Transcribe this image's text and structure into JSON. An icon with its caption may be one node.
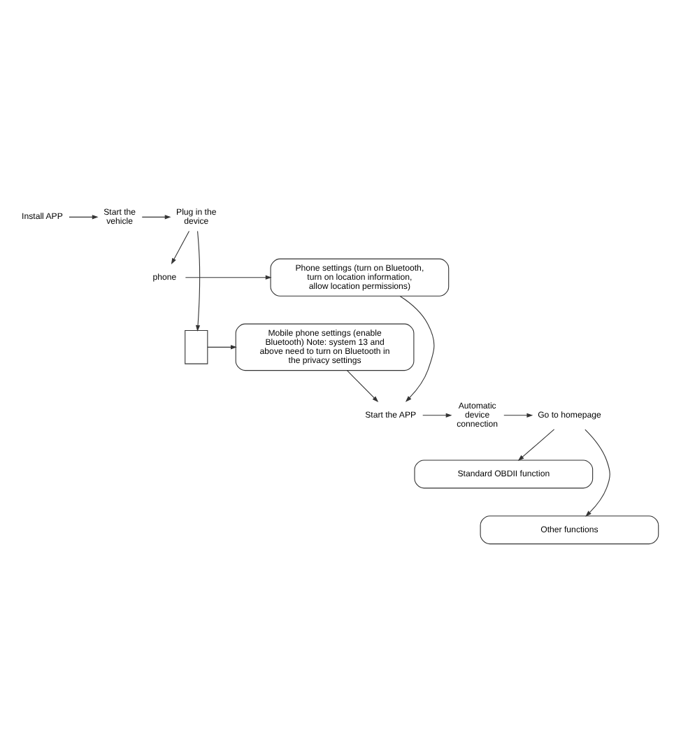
{
  "diagram": {
    "nodes": [
      {
        "text": [
          "Install APP"
        ]
      },
      {
        "text": [
          "Start the vehicle"
        ]
      },
      {
        "text": [
          "Plug in the device"
        ]
      },
      {
        "text": [
          "phone"
        ]
      },
      {
        "text": [
          "Phone settings (turn on Bluetooth, turn on location information, allow location permissions)"
        ]
      },
      {
        "text": [],
        "shape": "box"
      },
      {
        "text": [
          "Mobile phone settings (enable Bluetooth) Note: system 13 and above need to turn on Bluetooth in the privacy settings"
        ]
      },
      {
        "text": [
          "Start the APP"
        ]
      },
      {
        "text": [
          "Automatic device connection"
        ]
      },
      {
        "text": [
          "Go to homepage"
        ]
      },
      {
        "text": [
          "Standard OBDII function"
        ]
      },
      {
        "text": [
          "Other functions"
        ]
      }
    ],
    "edges": [
      {
        "from": 0,
        "to": 1,
        "arrow": "to"
      },
      {
        "from": 1,
        "to": 2,
        "arrow": "to"
      },
      {
        "from": 2,
        "to": 3,
        "arrow": "to"
      },
      {
        "from": 2,
        "to": 5,
        "arrow": "to"
      },
      {
        "from": 3,
        "to": 4,
        "arrow": "to"
      },
      {
        "from": 5,
        "to": 6,
        "arrow": "to"
      },
      {
        "from": 4,
        "to": 7,
        "arrow": "to"
      },
      {
        "from": 6,
        "to": 7,
        "arrow": "to"
      },
      {
        "from": 7,
        "to": 8,
        "arrow": "to"
      },
      {
        "from": 8,
        "to": 9,
        "arrow": "to"
      },
      {
        "from": 9,
        "to": 10,
        "arrow": "to"
      },
      {
        "from": 9,
        "to": 11,
        "arrow": "to"
      }
    ]
  }
}
